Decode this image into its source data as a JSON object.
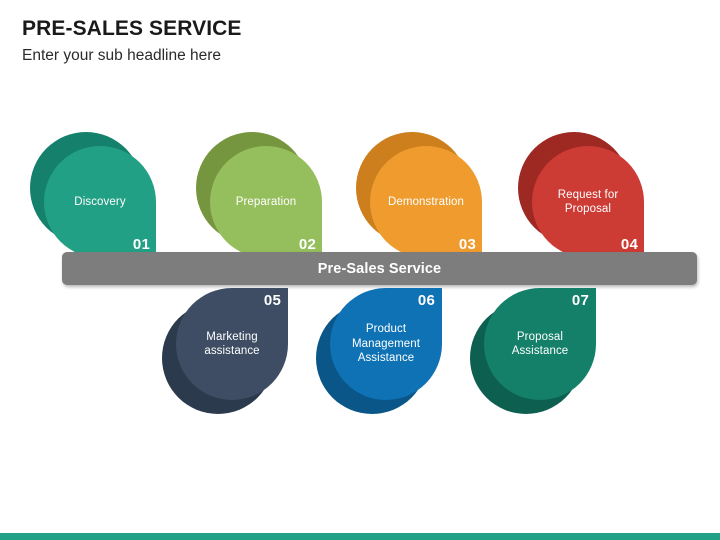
{
  "header": {
    "title": "PRE-SALES SERVICE",
    "subtitle": "Enter your sub headline here"
  },
  "center_bar": {
    "label": "Pre-Sales Service",
    "color": "#7d7d7d",
    "text_color": "#ffffff"
  },
  "footer_accent": {
    "color": "#23a188"
  },
  "top_row": [
    {
      "number": "01",
      "label": "Discovery",
      "color": "#22a085",
      "shadow_color": "#15806c"
    },
    {
      "number": "02",
      "label": "Preparation",
      "color": "#95be5c",
      "shadow_color": "#76953f"
    },
    {
      "number": "03",
      "label": "Demonstration",
      "color": "#ef9b2e",
      "shadow_color": "#cc7f1c"
    },
    {
      "number": "04",
      "label": "Request for Proposal",
      "color": "#cc3b34",
      "shadow_color": "#9e2822"
    }
  ],
  "bottom_row": [
    {
      "number": "05",
      "label": "Marketing assistance",
      "color": "#3e4d63",
      "shadow_color": "#2c3a4d"
    },
    {
      "number": "06",
      "label": "Product Management Assistance",
      "color": "#0e72b5",
      "shadow_color": "#0a5688"
    },
    {
      "number": "07",
      "label": "Proposal Assistance",
      "color": "#14806a",
      "shadow_color": "#0d6050"
    }
  ]
}
